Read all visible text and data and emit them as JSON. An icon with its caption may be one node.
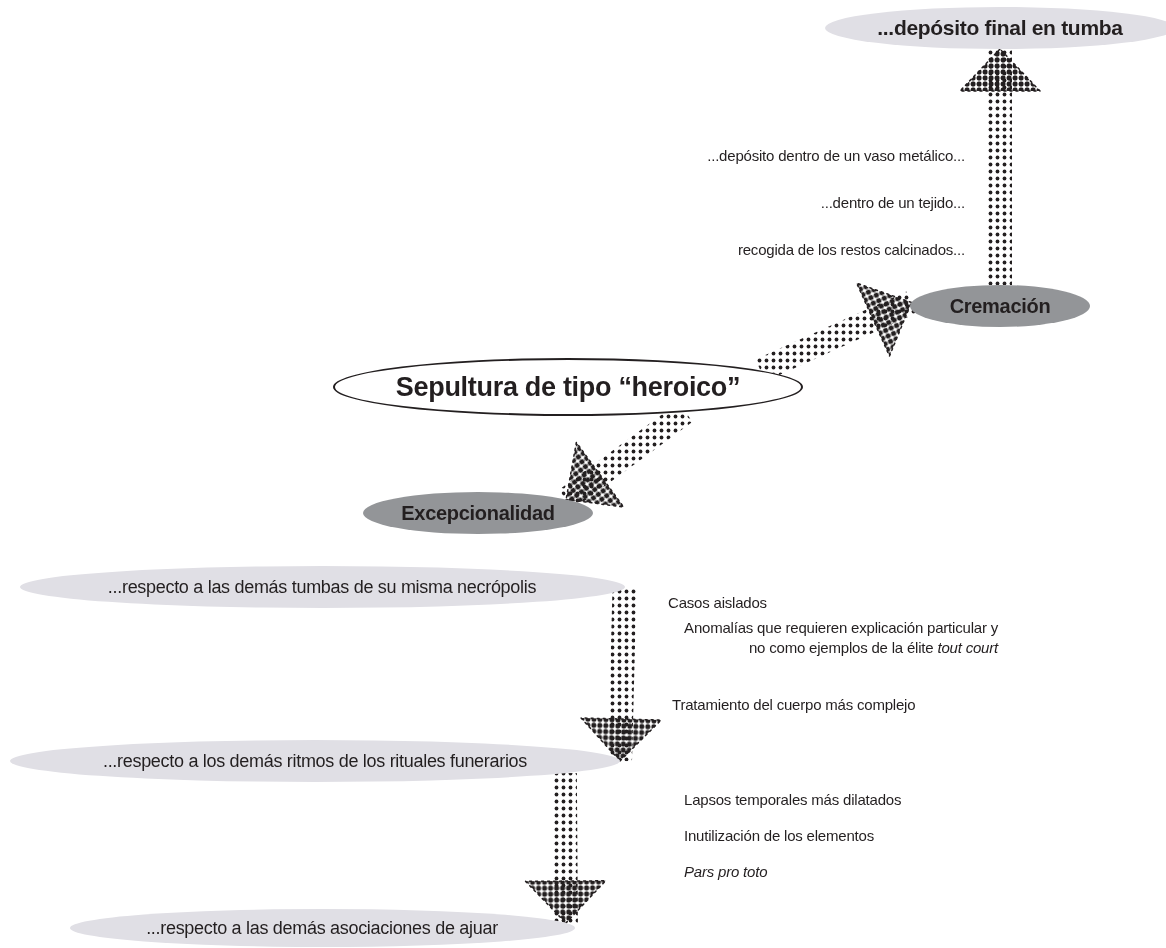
{
  "diagram": {
    "nodes": [
      {
        "text": [
          "Sepultura de tipo “heroico”"
        ]
      },
      {
        "text": [
          "Cremación"
        ]
      },
      {
        "text": [
          "...depósito final en tumba"
        ]
      },
      {
        "text": [
          "Excepcionalidad"
        ]
      },
      {
        "text": [
          "...respecto a las demás tumbas de su misma necrópolis"
        ]
      },
      {
        "text": [
          "...respecto a los demás ritmos de los rituales funerarios"
        ]
      },
      {
        "text": [
          "...respecto a las demás asociaciones de ajuar"
        ]
      }
    ],
    "edges": [
      {
        "from": 0,
        "to": 1,
        "arrow": "to"
      },
      {
        "from": 1,
        "to": 2,
        "arrow": "to"
      },
      {
        "from": 0,
        "to": 3,
        "arrow": "to"
      },
      {
        "from": 4,
        "to": 5,
        "arrow": "to"
      },
      {
        "from": 5,
        "to": 6,
        "arrow": "to"
      }
    ],
    "labels": [
      "...depósito dentro de un vaso metálico...",
      "...dentro de un tejido...",
      "recogida de los restos calcinados...",
      "Casos aislados",
      "Anomalías que requieren explicación particular y no como ejemplos de la élite *tout court*",
      "Tratamiento del cuerpo más complejo",
      "Lapsos temporales más dilatados",
      "Inutilización de los elementos",
      "Pars pro toto"
    ]
  }
}
